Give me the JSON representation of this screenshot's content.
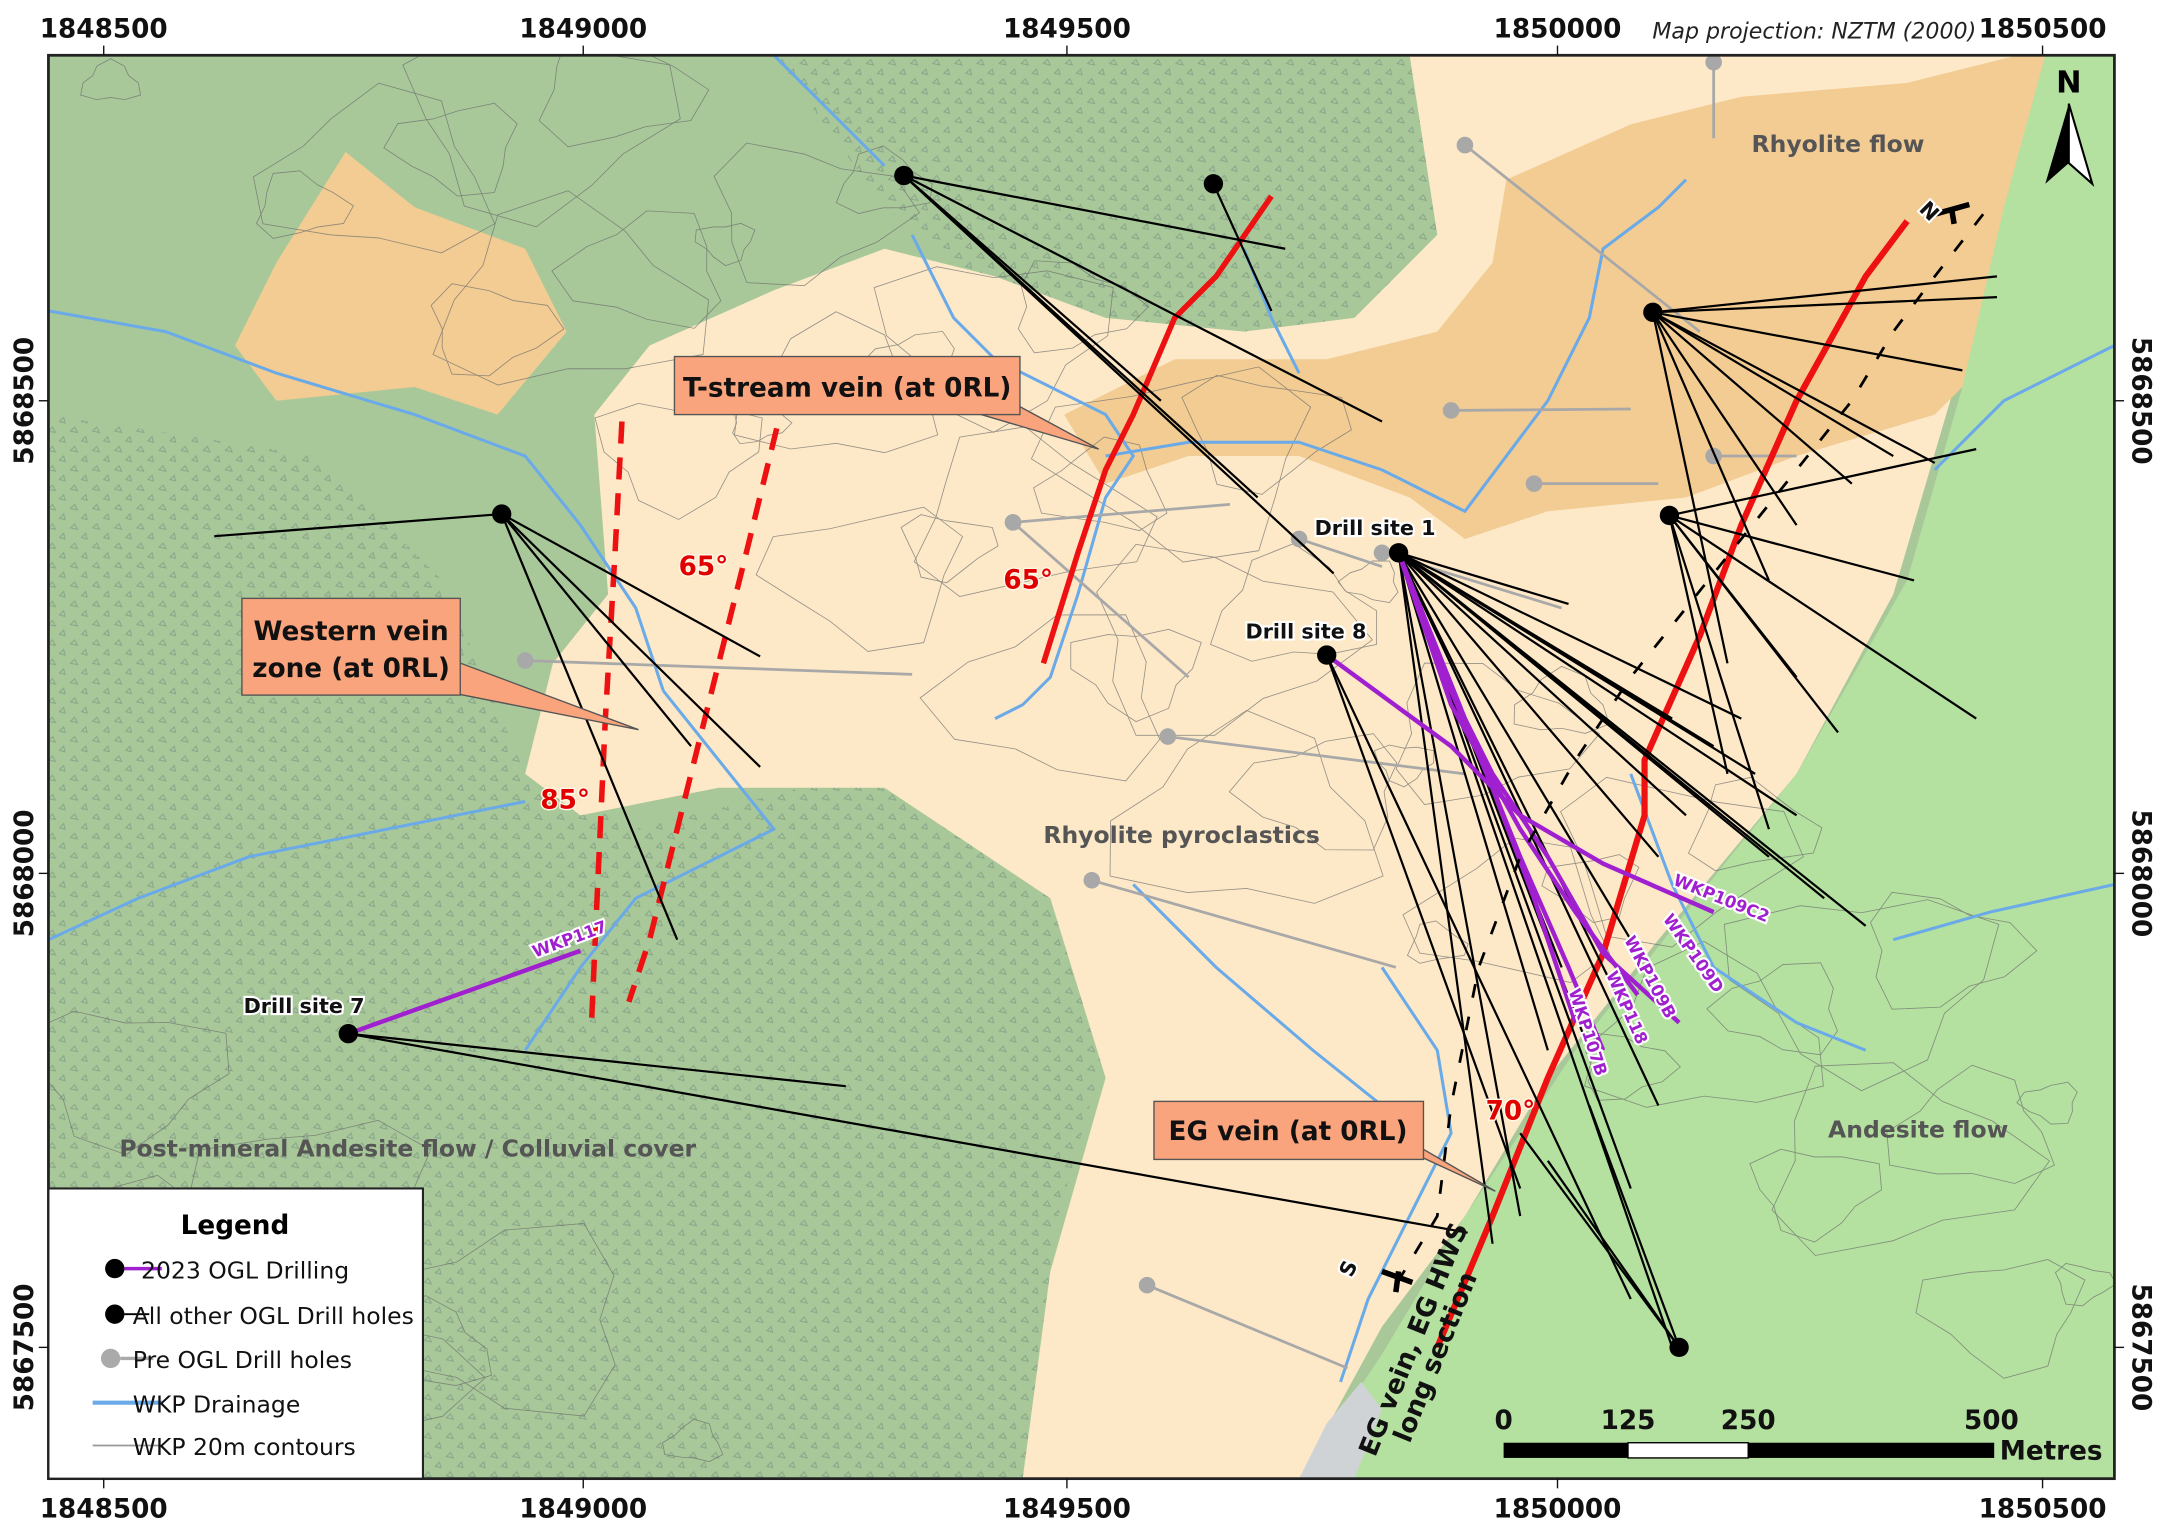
{
  "projection_note": "Map projection: NZTM (2000)",
  "axes": {
    "x_ticks": [
      "1848500",
      "1849000",
      "1849500",
      "1850000",
      "1850500"
    ],
    "y_ticks": [
      "5868500",
      "5868000",
      "5867500"
    ]
  },
  "units": [
    {
      "label": "Rhyolite flow"
    },
    {
      "label": "Rhyolite pyroclastics"
    },
    {
      "label": "Andesite flow"
    },
    {
      "label": "Post-mineral Andesite flow / Colluvial cover"
    }
  ],
  "callouts": [
    {
      "label": "T-stream vein (at 0RL)"
    },
    {
      "label_line1": "Western vein",
      "label_line2": "zone (at 0RL)"
    },
    {
      "label": "EG vein (at 0RL)"
    }
  ],
  "drill_sites": [
    {
      "label": "Drill site 1"
    },
    {
      "label": "Drill site 8"
    },
    {
      "label": "Drill site 7"
    }
  ],
  "holes_2023": [
    "WKP117",
    "WKP109C2",
    "WKP109D",
    "WKP109B",
    "WKP118",
    "WKP107B"
  ],
  "dips": [
    "65°",
    "65°",
    "85°",
    "70°"
  ],
  "section": {
    "label_line1": "EG vein, EG HWS",
    "label_line2": "long section",
    "north_end": "N",
    "south_end": "S"
  },
  "north_arrow": "N",
  "scale_bar": {
    "ticks": [
      "0",
      "125",
      "250",
      "500"
    ],
    "unit": "Metres"
  },
  "legend": {
    "title": "Legend",
    "items": [
      {
        "label": "2023 OGL Drilling",
        "color": "#a020d0"
      },
      {
        "label": "All other OGL Drill holes",
        "color": "#000000"
      },
      {
        "label": "Pre OGL Drill holes",
        "color": "#aaaaaa"
      },
      {
        "label": "WKP Drainage",
        "color": "#6aaae8"
      },
      {
        "label": "WKP 20m contours",
        "color": "#999999"
      }
    ]
  },
  "colors": {
    "andesite_post": "#a9c89a",
    "pyroclastics": "#fde9c8",
    "rhyolite_flow": "#f2cc93",
    "andesite_flow": "#b4e0a0",
    "vein": "#ee1111",
    "callout_fill": "#f9a47c"
  }
}
